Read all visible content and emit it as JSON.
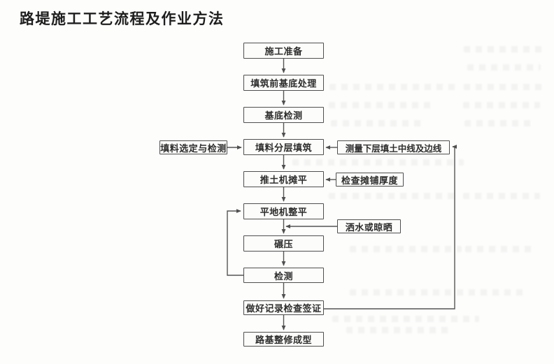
{
  "page": {
    "title": "路堤施工工艺流程及作业方法"
  },
  "flowchart": {
    "main_sequence": [
      {
        "label": "施工准备"
      },
      {
        "label": "填筑前基底处理"
      },
      {
        "label": "基底检测"
      },
      {
        "label": "填料分层填筑"
      },
      {
        "label": "推土机摊平"
      },
      {
        "label": "平地机整平"
      },
      {
        "label": "碾压"
      },
      {
        "label": "检测"
      },
      {
        "label": "做好记录检查签证"
      },
      {
        "label": "路基整修成型"
      }
    ],
    "side_nodes": [
      {
        "label": "填料选定与检测",
        "side": "left",
        "connects_to": "填料分层填筑"
      },
      {
        "label": "测量下层填土中线及边线",
        "side": "right",
        "connects_to": "填料分层填筑"
      },
      {
        "label": "检查摊铺厚度",
        "side": "right",
        "connects_to": "推土机摊平"
      },
      {
        "label": "洒水或晾晒",
        "side": "right",
        "connects_to": "碾压"
      }
    ],
    "feedback_loops": [
      {
        "from": "检测",
        "to": "平地机整平"
      },
      {
        "from": "做好记录检查签证",
        "to": "测量下层填土中线及边线"
      }
    ],
    "line_color": "#555555",
    "box_border_color": "#4f4f4f"
  }
}
